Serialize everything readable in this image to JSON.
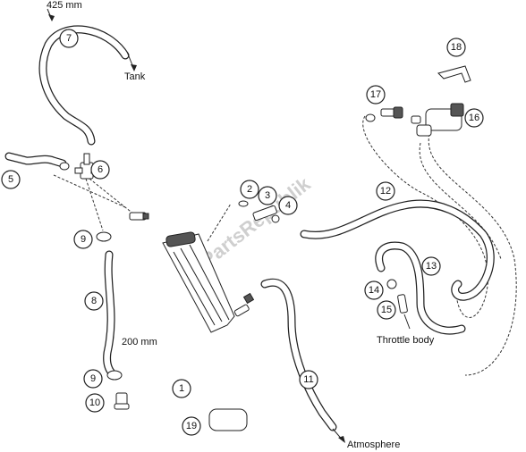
{
  "labels": {
    "hose_length_top": "425 mm",
    "tank": "Tank",
    "hose_length_side": "200 mm",
    "throttle_body": "Throttle body",
    "atmosphere": "Atmosphere"
  },
  "callouts": [
    "1",
    "2",
    "3",
    "4",
    "5",
    "6",
    "7",
    "8",
    "9",
    "9",
    "10",
    "11",
    "12",
    "13",
    "14",
    "15",
    "16",
    "17",
    "18",
    "19"
  ],
  "watermark": "PartsRepublik"
}
